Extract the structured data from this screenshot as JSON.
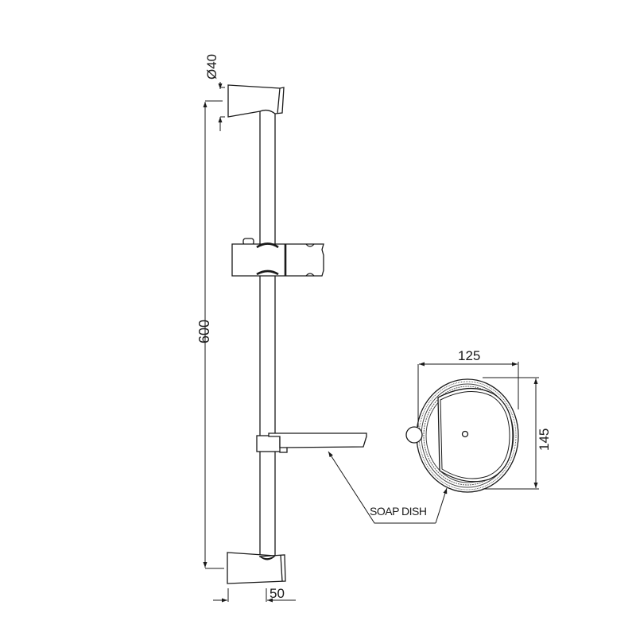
{
  "drawing": {
    "title": "Shower sliding rail",
    "dimensions": {
      "diameter": "Ø40",
      "height": "600",
      "depth": "50",
      "dish_width": "125",
      "dish_length": "145"
    },
    "callouts": {
      "soap_dish": "SOAP DISH"
    },
    "colors": {
      "line": "#1a1a1a",
      "background": "#ffffff"
    }
  }
}
